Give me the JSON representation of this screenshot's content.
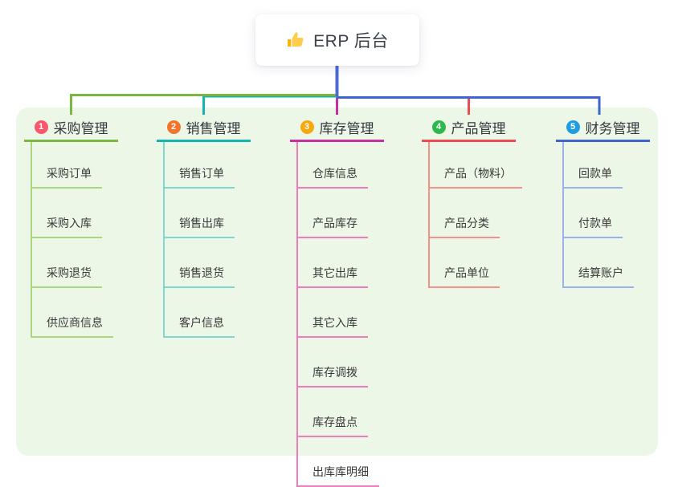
{
  "root": {
    "label": "ERP 后台",
    "icon": "thumbs-up-icon"
  },
  "colors": {
    "panel_bg": "#ecf7e7",
    "trunk": "#4c69d6",
    "card_bg": "#ffffff",
    "title_text": "#33393f",
    "child_text": "#3a3a3a"
  },
  "branches": [
    {
      "badge": "1",
      "title": "采购管理",
      "badge_color": "#f8576c",
      "line_color": "#7ab840",
      "light_color": "#a9d67e",
      "children": [
        "采购订单",
        "采购入库",
        "采购退货",
        "供应商信息"
      ]
    },
    {
      "badge": "2",
      "title": "销售管理",
      "badge_color": "#f3752b",
      "line_color": "#13b5ac",
      "light_color": "#7fd8d0",
      "children": [
        "销售订单",
        "销售出库",
        "销售退货",
        "客户信息"
      ]
    },
    {
      "badge": "3",
      "title": "库存管理",
      "badge_color": "#f7a80d",
      "line_color": "#ca2fa2",
      "light_color": "#f07cbc",
      "children": [
        "仓库信息",
        "产品库存",
        "其它出库",
        "其它入库",
        "库存调拨",
        "库存盘点",
        "出库库明细"
      ]
    },
    {
      "badge": "4",
      "title": "产品管理",
      "badge_color": "#2db84d",
      "line_color": "#ef4a50",
      "light_color": "#f5908c",
      "children": [
        "产品（物料）",
        "产品分类",
        "产品单位"
      ]
    },
    {
      "badge": "5",
      "title": "财务管理",
      "badge_color": "#209ce2",
      "line_color": "#3f63cf",
      "light_color": "#9cb1e8",
      "children": [
        "回款单",
        "付款单",
        "结算账户"
      ]
    }
  ]
}
